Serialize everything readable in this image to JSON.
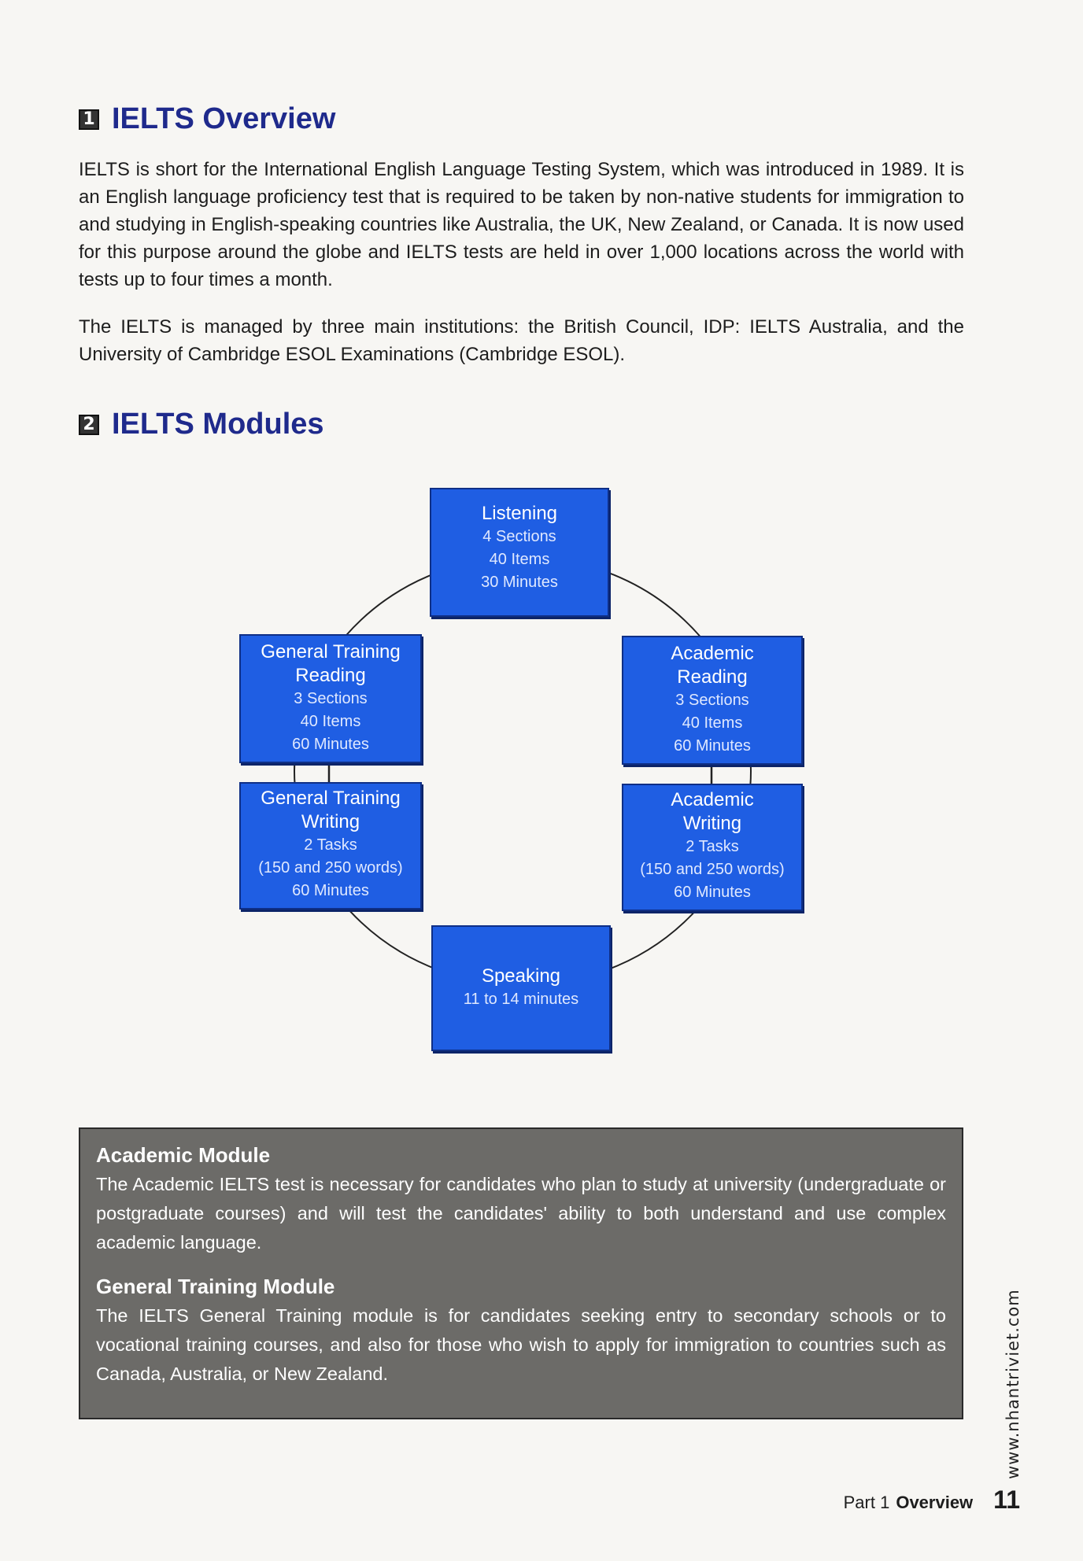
{
  "overview": {
    "number": "1",
    "heading": "IELTS Overview",
    "paragraph1": "IELTS is short for the International English Language Testing System, which was introduced in 1989. It is an English language proficiency test that is required to be taken by non-native students for immigration to and studying in English-speaking countries like Australia, the UK, New Zealand, or Canada. It is now used for this purpose around the globe and IELTS tests are held in over 1,000 locations across the world with tests up to four times a month.",
    "paragraph2": "The IELTS is managed by three main institutions: the British Council, IDP: IELTS Australia, and the University of Cambridge ESOL Examinations (Cambridge ESOL)."
  },
  "modules": {
    "number": "2",
    "heading": "IELTS Modules",
    "listening": {
      "title": "Listening",
      "lines": [
        "4 Sections",
        "40 Items",
        "30 Minutes"
      ]
    },
    "gt_reading": {
      "title": [
        "General Training",
        "Reading"
      ],
      "lines": [
        "3 Sections",
        "40 Items",
        "60 Minutes"
      ]
    },
    "ac_reading": {
      "title": [
        "Academic",
        "Reading"
      ],
      "lines": [
        "3 Sections",
        "40 Items",
        "60 Minutes"
      ]
    },
    "gt_writing": {
      "title": [
        "General Training",
        "Writing"
      ],
      "lines": [
        "2 Tasks",
        "(150 and 250 words)",
        "60 Minutes"
      ]
    },
    "ac_writing": {
      "title": [
        "Academic",
        "Writing"
      ],
      "lines": [
        "2 Tasks",
        "(150 and 250 words)",
        "60 Minutes"
      ]
    },
    "speaking": {
      "title": "Speaking",
      "lines": [
        "11 to 14 minutes"
      ]
    }
  },
  "info_panel": {
    "academic_title": "Academic Module",
    "academic_text": "The Academic IELTS test is necessary for candidates who plan to study at university (undergraduate or postgraduate courses) and will test the candidates' ability to both understand and use complex academic language.",
    "general_title": "General Training Module",
    "general_text": "The IELTS General Training module is for candidates seeking entry to secondary schools or to vocational training courses, and also for those who wish to apply for immigration to countries such as Canada, Australia, or New Zealand."
  },
  "side_url": "www.nhantriviet.com",
  "footer": {
    "part": "Part 1",
    "section": "Overview",
    "page": "11"
  },
  "colors": {
    "heading": "#1f2a8c",
    "box": "#1f5ee3",
    "panel": "#6c6b68"
  }
}
